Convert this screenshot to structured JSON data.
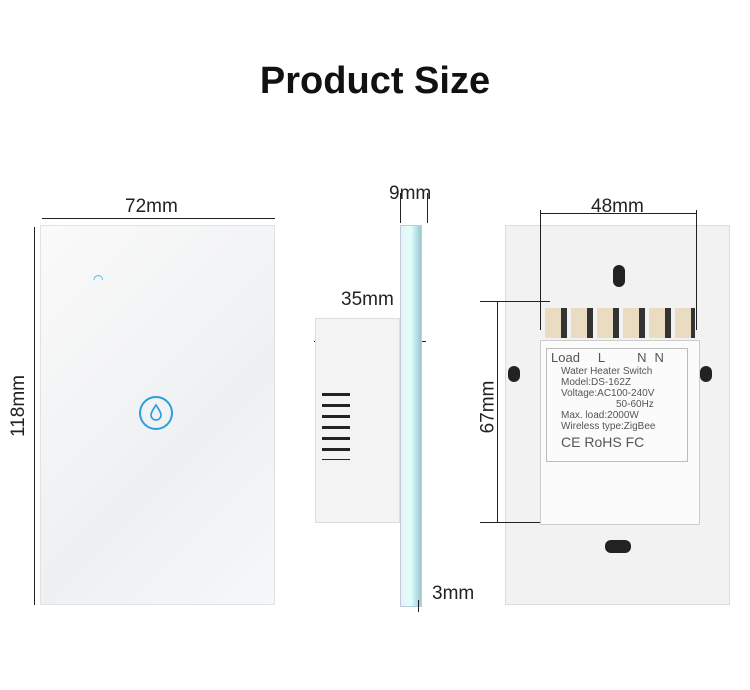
{
  "title": "Product Size",
  "dimensions": {
    "width": "72mm",
    "height": "118mm",
    "thickness": "9mm",
    "depth": "35mm",
    "glass": "3mm",
    "hole_spacing": "48mm",
    "module_height": "67mm"
  },
  "label": {
    "terminals": [
      "Load",
      "L",
      "N",
      "N"
    ],
    "lines": [
      "Water Heater Switch",
      "Model:DS-162Z",
      "Voltage:AC100-240V",
      "50-60Hz",
      "Max. load:2000W",
      "Wireless type:ZigBee"
    ],
    "certifications": "CE RoHS FC"
  },
  "colors": {
    "accent": "#2a9fe0"
  }
}
